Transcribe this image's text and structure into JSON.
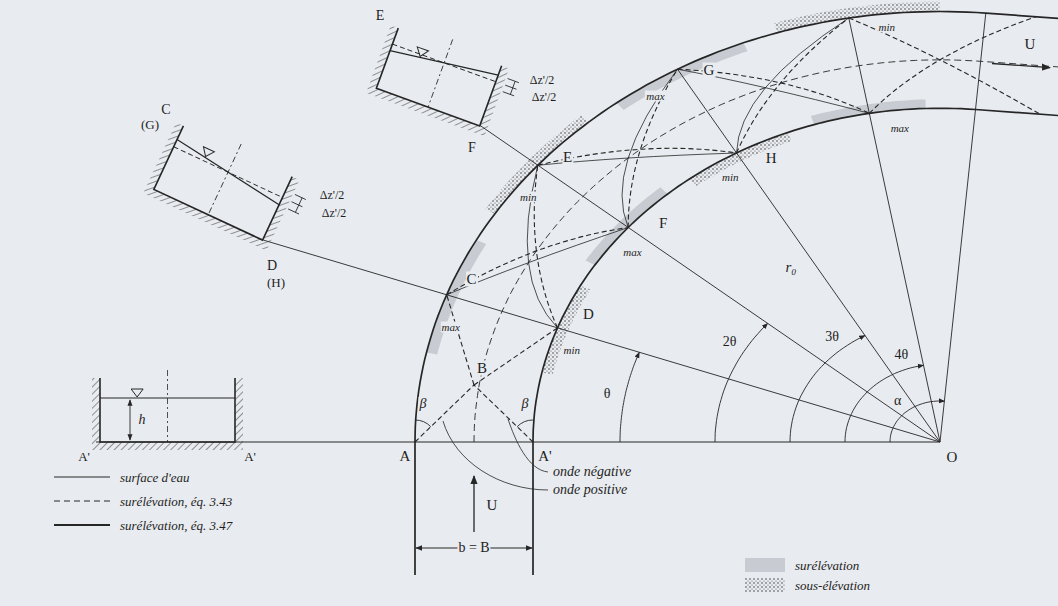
{
  "diagram": {
    "labels": [
      "A'",
      "A'",
      "h",
      "C",
      "(G)",
      "D",
      "(H)",
      "Δz'/2",
      "Δz'/2",
      "E",
      "F",
      "Δz'/2",
      "Δz'/2",
      "A",
      "A'",
      "B",
      "β",
      "β",
      "C",
      "max",
      "D",
      "min",
      "E",
      "min",
      "F",
      "max",
      "G",
      "max",
      "H",
      "min",
      "min",
      "max",
      "r₀",
      "θ",
      "2θ",
      "3θ",
      "4θ",
      "α",
      "O",
      "U",
      "U",
      "b = B",
      "onde négative",
      "onde positive"
    ],
    "legend": [
      {
        "text": "surface d'eau"
      },
      {
        "text": "surélévation, éq. 3.43"
      },
      {
        "text": "surélévation, éq. 3.47"
      },
      {
        "text": "surélévation",
        "color": "#c8ccd2"
      },
      {
        "text": "sous-élévation"
      }
    ]
  }
}
